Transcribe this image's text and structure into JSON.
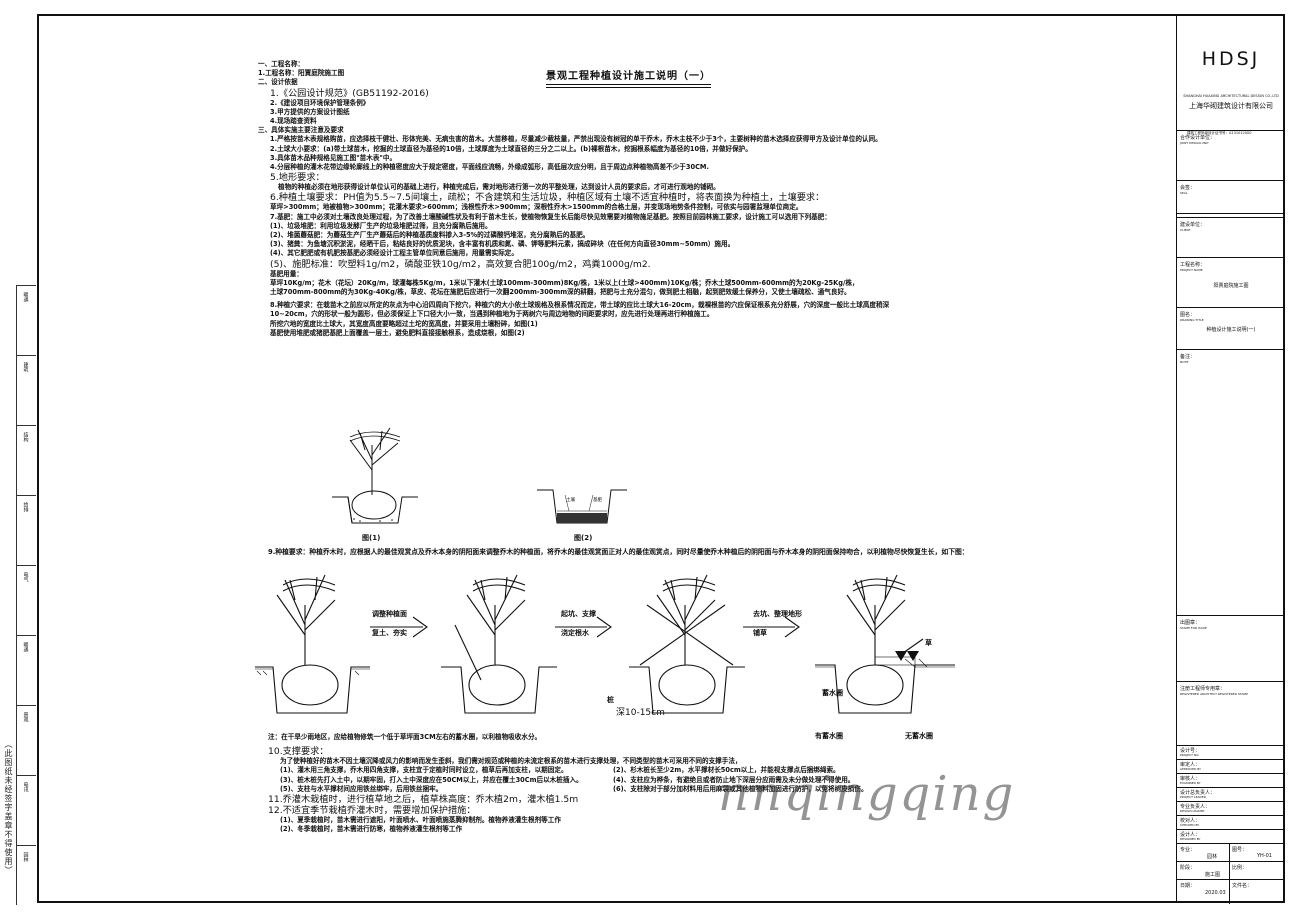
{
  "title": "景观工程种植设计施工说明（一）",
  "sections": {
    "s1_head": "一、工程名称：",
    "s1_1": "1.工程名称：阳賈庭院施工图",
    "s2_head": "二、设计依据",
    "s2_1": "1.《公园设计规范》(GB51192-2016)",
    "s2_2": "2.《建设项目环境保护管理条例》",
    "s2_3": "3.甲方提供的方案设计图纸",
    "s2_4": "4.现场踏查资料",
    "s3_head": "三、具体实施主要注意及要求",
    "s3_1": "1.严格按苗木表规格购苗，应选择枝干健壮、形体完美、无病虫害的苗木。大苗移植，尽量减少截枝量，严禁出现没有树冠的单干乔木，乔木主枝不少于3个，主要树种的苗木选择应获得甲方及设计单位的认同。",
    "s3_2": "2.土球大小要求：(a)带土球苗木，挖掘的土球直径为基径的10倍，土球厚度为土球直径的三分之二以上。(b)裸根苗木，挖掘根系幅度为基径的10倍，并做好保护。",
    "s3_3": "3.具体苗木品种规格见施工图\"苗木表\"中。",
    "s3_4": "4.分层种植的灌木花带边缘轮廓线上的种植密度应大于规定密度，平面线应流畅，外缘成弧形，高低层次应分明，且于周边点种植物高差不少于30CM.",
    "s3_5": "5.地形要求：",
    "s3_5a": "植物的种植必须在地形获得设计单位认可的基础上进行，种植完成后，需对地形进行第一次的平整处理，达到设计人员的要求后，才可进行观地的铺砌。",
    "s3_6": "6.种植土壤要求：PH值为5.5~7.5间壤土，疏松；不含建筑和生活垃圾，种植区域有土壤不适宜种植时，将表面换为种植土，土壤要求：",
    "s3_6a": "草坪>300mm；地被植物>300mm；花灌木要求>600mm；浅根性乔木>900mm；深根性乔木>1500mm的合格土层，并变现场地势条件控制，可依实与园署监理单位商定。",
    "s3_7": "7.基肥：施工中必须对土壤改良处理过程，为了改善土壤酸碱性状及有利于苗木生长，使植物恢复生长后能尽快见效需要对植物施足基肥。按照目前园林施工要求，设计施工可以选用下列基肥：",
    "s3_7a": "(1)、垃圾堆肥：利用垃圾发酵厂生产的垃圾堆肥过筛，且充分腐熟后施用。",
    "s3_7b": "(2)、堆菌蘑菇肥：为蘑菇生产厂生产蘑菇后的种植基质废料掺入3-5%的过磷酸钙堆沤，充分腐熟后的基肥。",
    "s3_7c": "(3)、猪粪：为鱼塘沉积淤泥，经晒干后，粘结良好的优质泥块，含丰富有机质和氮、磷、钾等肥料元素，搞成碎块（在任何方向直径30mm~50mm）施用。",
    "s3_7d": "(4)、其它肥肥或有机肥按基肥必须经设计工程主管单位同意后施用，用量需实际定。",
    "s3_7e": "(5)、施肥标准：吹塑料1g/m2，磷酸亚铁10g/m2，高效复合肥100g/m2，鸡粪1000g/m2.",
    "s3_7f": "基肥用量：",
    "s3_7g": "草坪10Kg/m；花木（花坛）20Kg/m，球灌每株5Kg/m，1米以下灌木(土球100mm-300mm)8Kg/株，1米以上(土球>400mm)10Kg/株；乔木土球500mm-600mm的为20Kg-25Kg/株，",
    "s3_7h": "土球700mm-800mm的为30Kg-40Kg/株，草皮、花坛在施肥后应进行一次翻200mm-300mm深的耕翻，把肥与土充分混匀，做到肥土相融，起到肥效缓土保养分，又使土壤疏松、通气良好。",
    "s3_8": "8.种植穴要求：在栽苗木之前应以所定的灰点为中心沿四周向下挖穴，种植穴的大小依土球规格及根系情况而定，带土球的应比土球大16-20cm，栽裸根苗的穴应保证根系充分舒展，穴的深度一般比土球高度稍深",
    "s3_8a": "10~20cm，穴的形状一般为圆形，但必须保证上下口径大小一致，当遇到种植地为于两树穴与周边地物的间距要求时，应先进行处理再进行种植施工。",
    "s3_8b": "所挖穴地的宽度比土球大，其宽度高度要略超过土坨的宽高度，并要采用土壤粉碎，如图(1)",
    "s3_8c": "基肥使用堆肥或猪肥基肥上面覆盖一层土，避免肥料直接接触根系，造成烧根，如图(2)",
    "s3_9": "9.种植要求：种植乔木时，应根据人的最佳观赏点及乔木本身的阴阳面来调整乔木的种植面，将乔木的最佳观赏面正对人的最佳观赏点，同时尽量使乔木种植后的阴阳面与乔木本身的阴阳面保持吻合，以利植物尽快恢复生长，如下图：",
    "note": "注：在干旱少雨地区，应给植物修筑一个低于草坪面3CM左右的蓄水圈，以利植物吸收水分。",
    "s10": "10.支撑要求：",
    "s10a": "为了使种植好的苗木不因土壤沉降或风力的影响而发生歪斜，我们需对规范或种植的未流定根系的苗木进行支撑处理，不同类型的苗木可采用不同的支撑手法，",
    "s10_1": "(1)、灌木用三角支撑，乔木用四角支撑，支柱宜于定植时同时设立，植草后再加支柱，以期固定。",
    "s10_2": "(2)、杉木桩长至少2m，水平撑材长50cm以上，并能视支撑点后捆绑绳索。",
    "s10_3": "(3)、桩木桩先打入土中，以期牢固，打入土中深度应在50CM以上，并应在覆土30Cm后以木桩插入。",
    "s10_4": "(4)、支柱应为桦条，有避绝且或者防止地下深层分应雨需及未分做处理不得使用。",
    "s10_5": "(5)、支柱与水平撑材间应用铁丝绑牢，后用铁丝捆牢。",
    "s10_6": "(6)、支柱除对于部分加材料用后用麻袋或其他植物料加固进行防护，以免将树皮损伤。",
    "s11": "11.乔灌木栽植时，进行植草地之后，植草株高度：乔木植2m，灌木植1.5m",
    "s12": "12.不适宜季节栽植乔灌木时，需要增加保护措施：",
    "s12_1": "(1)、夏季栽植时，苗木需进行遮阳，叶面喷水、叶面喷施蒸腾抑制剂。植物养液灌生根剂等工作",
    "s12_2": "(2)、冬季栽植时，苗木需进行防寒，植物养液灌生根剂等工作"
  },
  "figures": {
    "fig1": "图(1)",
    "fig2": "图(2)",
    "fig2_soil": "土壤",
    "fig2_fert": "基肥",
    "step1_a": "调整种植面",
    "step1_b": "复土、夯实",
    "step2_a": "起坑、支撑",
    "step2_b": "浇定根水",
    "step3_a": "去坑、整理地形",
    "step3_b": "铺草",
    "stake": "桩",
    "depth": "深10-15cm",
    "grass": "草",
    "ring": "蓄水圈",
    "with_ring": "有蓄水圈",
    "no_ring": "无蓄水圈"
  },
  "watermark": "nnqingqing",
  "left_strip": {
    "note": "（此图纸未经签字盖章不得使用）",
    "cells": [
      "暖通",
      "建筑",
      "结构",
      "给排",
      "电气",
      "暖通",
      "景观",
      "电讯",
      "园林"
    ]
  },
  "title_block": {
    "logo": "HDSJ",
    "company_en": "SHANGHAI HUAXING ARCHITECTURAL DESIGN CO.,LTD",
    "company": "上海华砌建筑设计有限公司",
    "cert": "建筑工程甲级设计证书号：A131012000",
    "coop_label": "合作设计单位：",
    "coop_sub": "JOINT DESIGN UNIT",
    "seal_label": "会签：",
    "seal_sub": "SEAL",
    "client_label": "建设单位：",
    "client_sub": "CLIENT",
    "project_label": "工程名称：",
    "project_sub": "PROJECT NAME",
    "project_name": "阳賈庭院施工图",
    "drawing_label": "图名：",
    "drawing_sub": "DRAWING TITLE",
    "drawing_name": "种植设计施工说明(一)",
    "remark_label": "备注：",
    "remark_sub": "NOTE",
    "stamp_label": "出图章：",
    "stamp_sub": "STAMP FOR ISSUE",
    "reg_label": "注册工程师专用章：",
    "reg_sub": "REGISTERED ARCHITECT REGISTERED STAMP",
    "sign_rows": [
      {
        "cn": "设计号：",
        "en": "PROJECT NO."
      },
      {
        "cn": "审定人：",
        "en": "APPROVED BY"
      },
      {
        "cn": "审核人：",
        "en": "EXAMINED BY"
      },
      {
        "cn": "设计总负责人：",
        "en": "PROJECT LEADER"
      },
      {
        "cn": "专业负责人：",
        "en": "DESIGN LEADER"
      },
      {
        "cn": "校对人：",
        "en": "CHECKED BY"
      },
      {
        "cn": "设计人：",
        "en": "DESIGNED BY"
      }
    ],
    "discipline_label": "专业：",
    "discipline_val": "园林",
    "drawing_no_label": "图号：",
    "drawing_no_val": "YH-01",
    "stage_label": "阶段：",
    "stage_val": "施工图",
    "ratio_label": "比例：",
    "ratio_val": "",
    "date_label": "日期：",
    "date_val": "2020.03",
    "file_label": "文件名："
  }
}
